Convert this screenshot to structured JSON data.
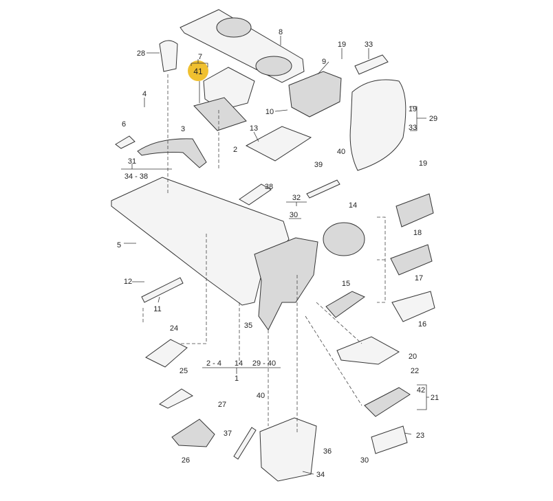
{
  "diagram": {
    "highlight_color": "#f0c030",
    "highlighted_label": "41",
    "labels": {
      "p28": "28",
      "p7": "7",
      "p41": "41",
      "p8": "8",
      "p19a": "19",
      "p33a": "33",
      "p9": "9",
      "p4": "4",
      "p10": "10",
      "p19b": "19",
      "p33b": "33",
      "p29": "29",
      "p6": "6",
      "p3": "3",
      "p13": "13",
      "p40a": "40",
      "p2": "2",
      "p31": "31",
      "p34_38": "34 - 38",
      "p39": "39",
      "p19c": "19",
      "p38": "38",
      "p32": "32",
      "p30a": "30",
      "p14": "14",
      "p5": "5",
      "p18": "18",
      "p12": "12",
      "p15": "15",
      "p17": "17",
      "p11": "11",
      "p35": "35",
      "p16": "16",
      "p24": "24",
      "p20": "20",
      "p2_4": "2 - 4",
      "p14b": "14",
      "p29_40": "29 - 40",
      "p1": "1",
      "p22": "22",
      "p25": "25",
      "p42": "42",
      "p21": "21",
      "p40b": "40",
      "p27": "27",
      "p37": "37",
      "p23": "23",
      "p36": "36",
      "p26": "26",
      "p30b": "30",
      "p34": "34"
    }
  }
}
